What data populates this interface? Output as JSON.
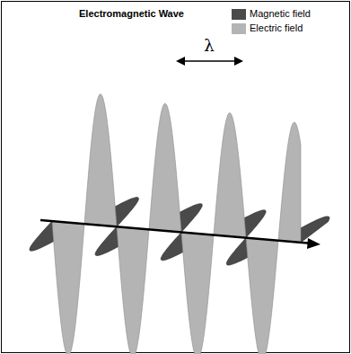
{
  "diagram": {
    "title": "Electromagnetic Wave",
    "labels": [
      "λ"
    ],
    "legend": [
      {
        "text": "Magnetic field",
        "color": "#4a4a4a"
      },
      {
        "text": "Electric field",
        "color": "#b4b4b4"
      }
    ]
  }
}
